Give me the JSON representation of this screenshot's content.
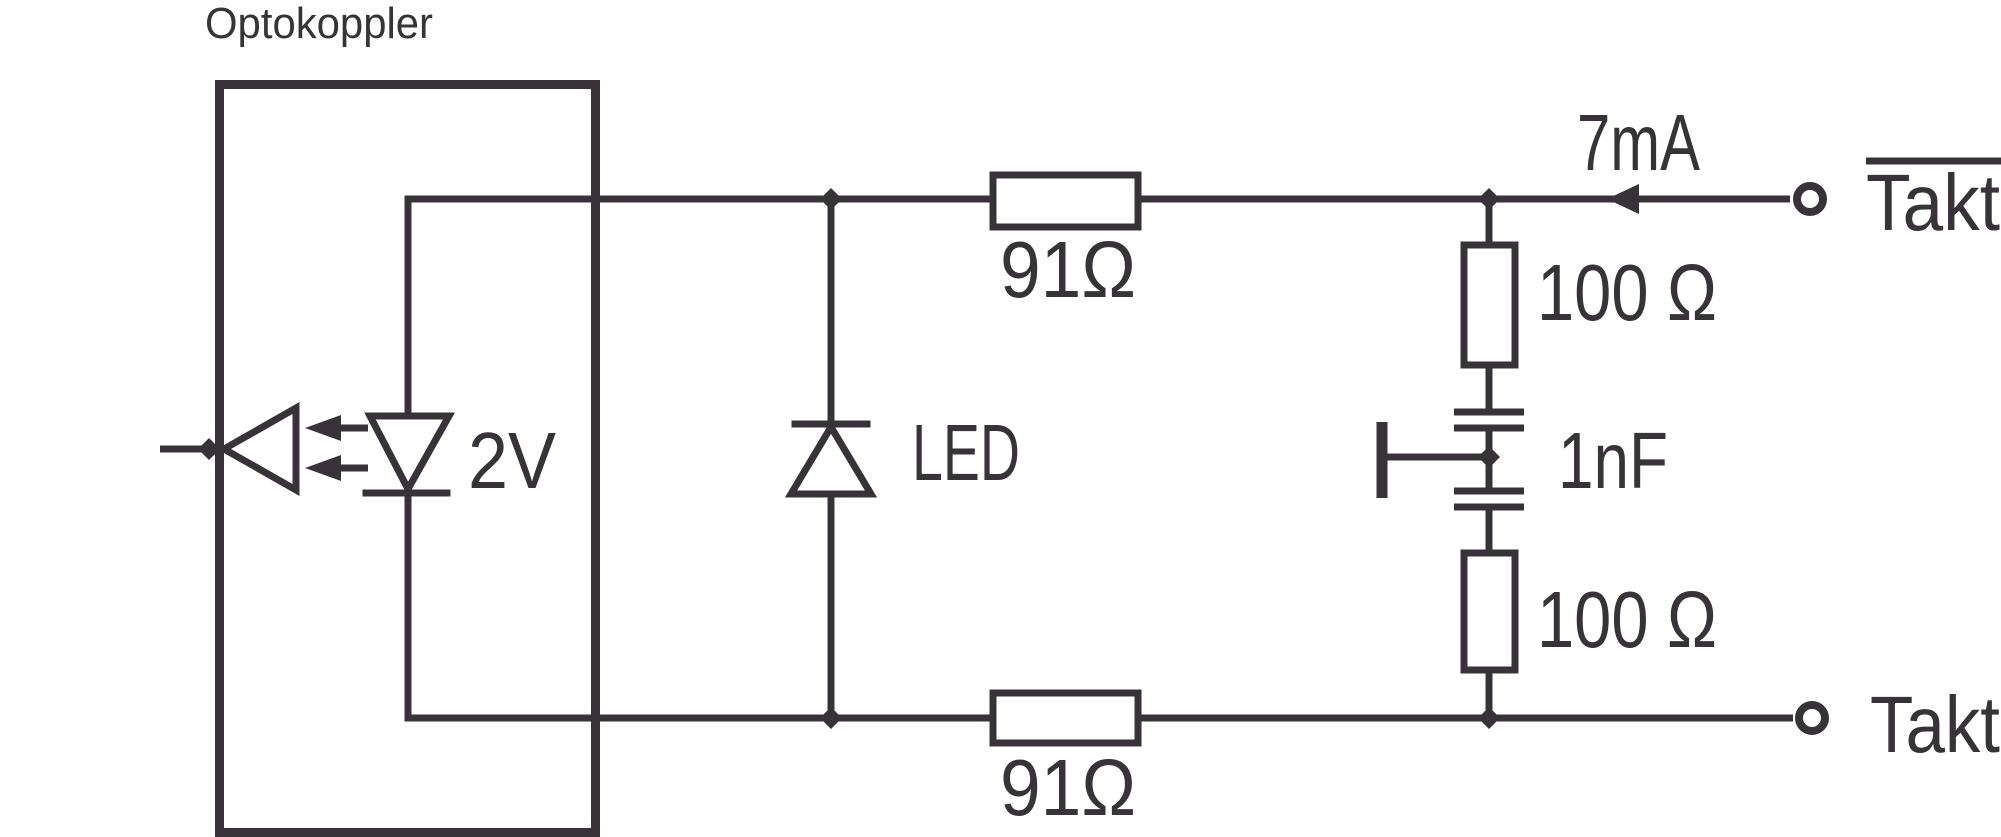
{
  "diagram": {
    "title": "Optokoppler",
    "colors": {
      "line": "#373338",
      "background": "#ffffff"
    },
    "optocoupler": {
      "led_forward_voltage": "2V"
    },
    "components": {
      "indicator_led": "LED",
      "series_resistor_top": "91Ω",
      "series_resistor_bottom": "91Ω",
      "termination_resistor_upper": "100 Ω",
      "termination_resistor_lower": "100 Ω",
      "capacitor": "1nF"
    },
    "signals": {
      "input_current": "7mA",
      "terminal_top": "Takt",
      "terminal_top_inverted": "true",
      "terminal_bottom": "Takt"
    }
  }
}
